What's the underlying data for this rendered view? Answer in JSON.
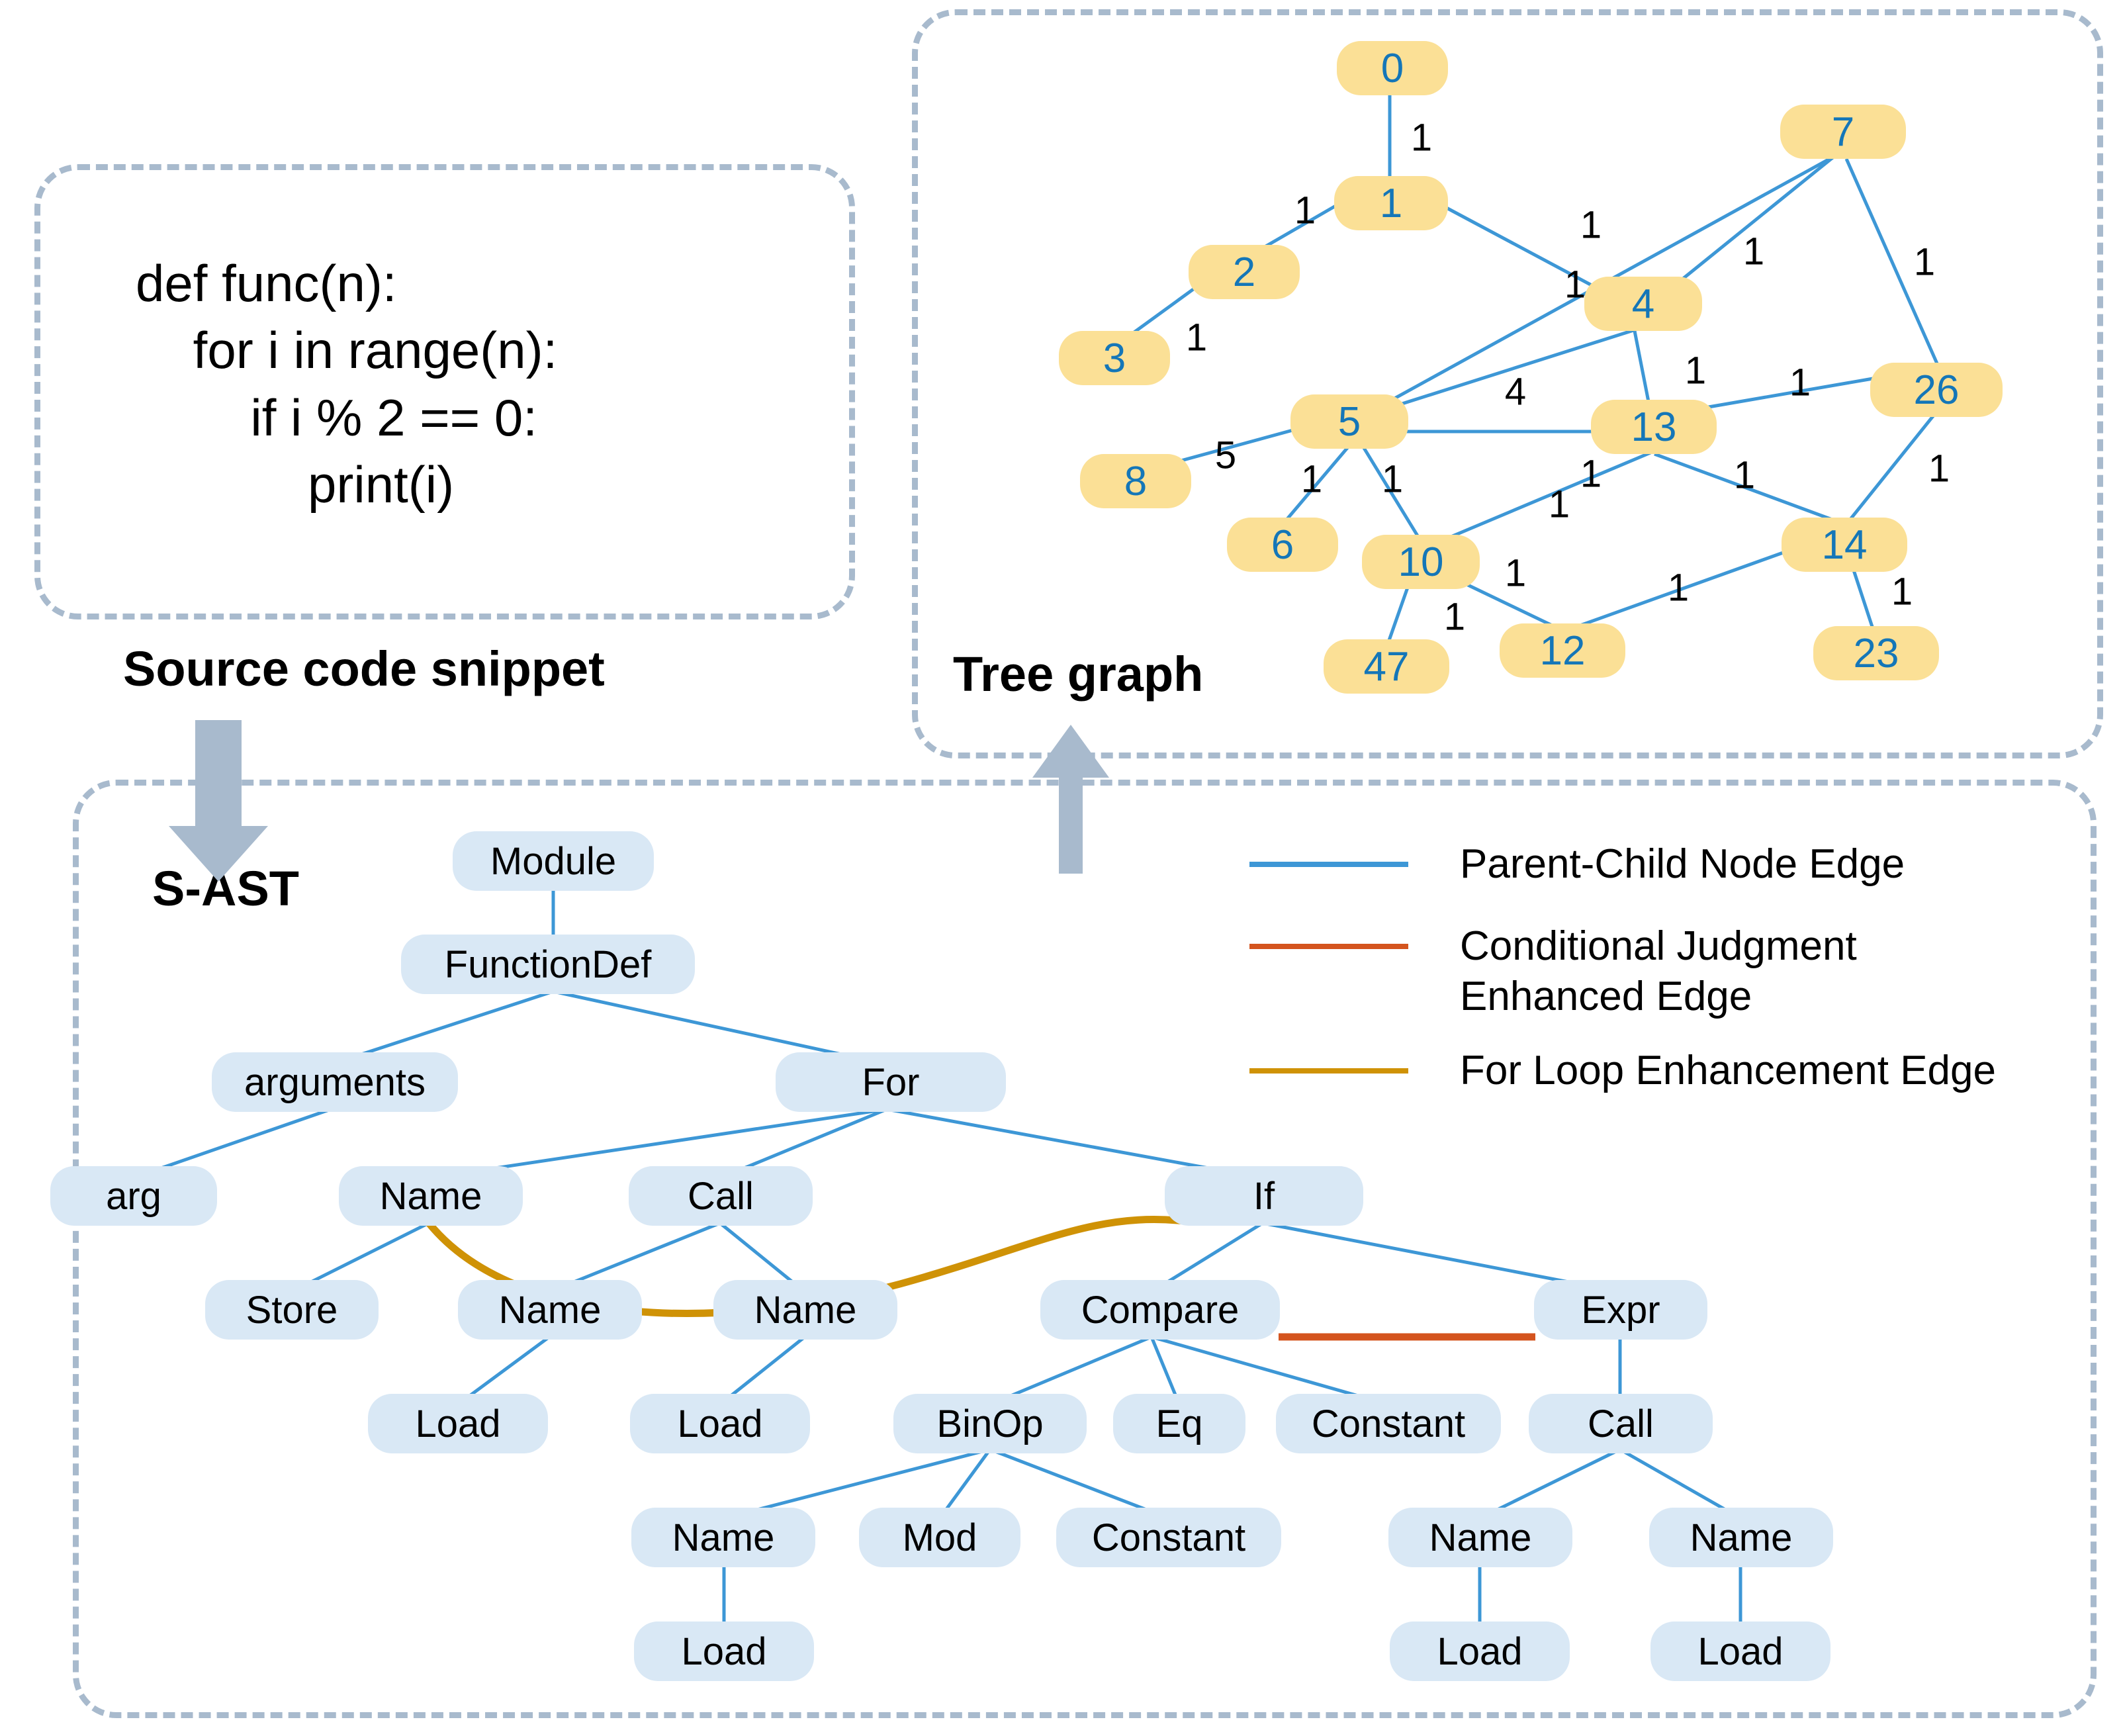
{
  "colors": {
    "panel_border": "#a8bacd",
    "tree_node_fill": "#fbe096",
    "tree_node_text": "#1476b8",
    "ast_node_fill": "#d9e8f5",
    "edge_blue": "#3d97d6",
    "edge_orange": "#d4541e",
    "edge_gold": "#cf9206",
    "arrow_gray": "#a8bacd"
  },
  "source_panel": {
    "caption": "Source code snippet",
    "code_lines": [
      "def func(n):",
      "    for i in range(n):",
      "        if i % 2 == 0:",
      "            print(i)"
    ]
  },
  "tree_panel": {
    "caption": "Tree graph",
    "nodes": [
      "0",
      "1",
      "2",
      "3",
      "7",
      "4",
      "26",
      "5",
      "13",
      "8",
      "6",
      "10",
      "14",
      "12",
      "47",
      "23"
    ],
    "edges": [
      {
        "from": "0",
        "to": "1",
        "weight": "1"
      },
      {
        "from": "1",
        "to": "2",
        "weight": "1"
      },
      {
        "from": "2",
        "to": "3",
        "weight": "1"
      },
      {
        "from": "1",
        "to": "4",
        "weight": "1"
      },
      {
        "from": "7",
        "to": "5",
        "weight": "1"
      },
      {
        "from": "7",
        "to": "4",
        "weight": "1"
      },
      {
        "from": "7",
        "to": "26",
        "weight": "1"
      },
      {
        "from": "5",
        "to": "8",
        "weight": "5"
      },
      {
        "from": "5",
        "to": "4",
        "weight": "4"
      },
      {
        "from": "5",
        "to": "13",
        "weight": "1"
      },
      {
        "from": "4",
        "to": "13",
        "weight": "1"
      },
      {
        "from": "5",
        "to": "6",
        "weight": "1"
      },
      {
        "from": "5",
        "to": "10",
        "weight": "1"
      },
      {
        "from": "13",
        "to": "26",
        "weight": "1"
      },
      {
        "from": "13",
        "to": "10",
        "weight": "1"
      },
      {
        "from": "13",
        "to": "14",
        "weight": "1"
      },
      {
        "from": "26",
        "to": "14",
        "weight": "1"
      },
      {
        "from": "10",
        "to": "12",
        "weight": "1"
      },
      {
        "from": "14",
        "to": "12",
        "weight": "1"
      },
      {
        "from": "14",
        "to": "23",
        "weight": "1"
      },
      {
        "from": "10",
        "to": "47",
        "weight": "1"
      }
    ]
  },
  "ast_panel": {
    "caption": "S-AST",
    "nodes": [
      "Module",
      "FunctionDef",
      "arguments",
      "For",
      "arg",
      "Name",
      "Call",
      "If",
      "Store",
      "Name",
      "Name",
      "Compare",
      "Expr",
      "Load",
      "Load",
      "BinOp",
      "Eq",
      "Constant",
      "Call",
      "Name",
      "Mod",
      "Constant",
      "Name",
      "Name",
      "Load",
      "Load",
      "Load"
    ]
  },
  "legend": {
    "items": [
      {
        "label": "Parent-Child Node Edge",
        "color": "#3d97d6"
      },
      {
        "label": "Conditional Judgment\nEnhanced Edge",
        "color": "#d4541e"
      },
      {
        "label": "For Loop Enhancement Edge",
        "color": "#cf9206"
      }
    ]
  }
}
